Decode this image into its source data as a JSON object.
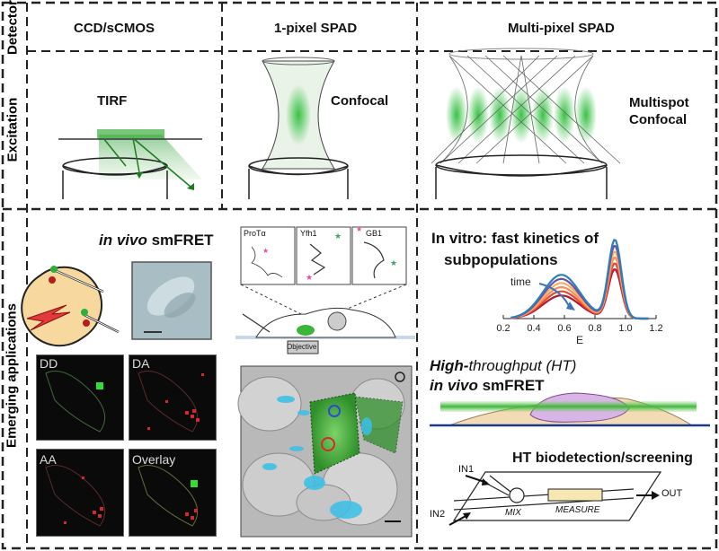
{
  "row_labels": {
    "detector": "Detector",
    "excitation": "Excitation",
    "applications": "Emerging applications"
  },
  "columns": {
    "ccd": "CCD/sCMOS",
    "single_spad": "1-pixel SPAD",
    "multi_spad": "Multi-pixel SPAD"
  },
  "excitation": {
    "tirf": "TIRF",
    "confocal": "Confocal",
    "multispot_line1": "Multispot",
    "multispot_line2": "Confocal"
  },
  "in_vivo": {
    "italic": "in vivo",
    "normal": " smFRET"
  },
  "micrographs": [
    "DD",
    "DA",
    "AA",
    "Overlay"
  ],
  "proteins": [
    "ProTα",
    "Yfh1",
    "GB1"
  ],
  "objective": "Objective",
  "invitro_line1": "In vitro: fast kinetics of",
  "invitro_line2": "subpopulations",
  "chart_data": {
    "type": "line",
    "xlabel": "E",
    "xlim": [
      0.2,
      1.2
    ],
    "xticks": [
      "0.2",
      "0.4",
      "0.6",
      "0.8",
      "1.0",
      "1.2"
    ],
    "annotation": "time",
    "colors": [
      "#b2182b",
      "#e34a33",
      "#fc8d59",
      "#fdae61",
      "#6a51a3",
      "#2c7fb8"
    ]
  },
  "ht": {
    "line1_bold": "High-",
    "line1_italic": "throughput (HT)",
    "line2_italic": "in vivo",
    "line2_normal": " smFRET"
  },
  "screening": {
    "title": "HT biodetection/screening",
    "in1": "IN1",
    "in2": "IN2",
    "out": "OUT",
    "mix": "MIX",
    "measure": "MEASURE"
  }
}
